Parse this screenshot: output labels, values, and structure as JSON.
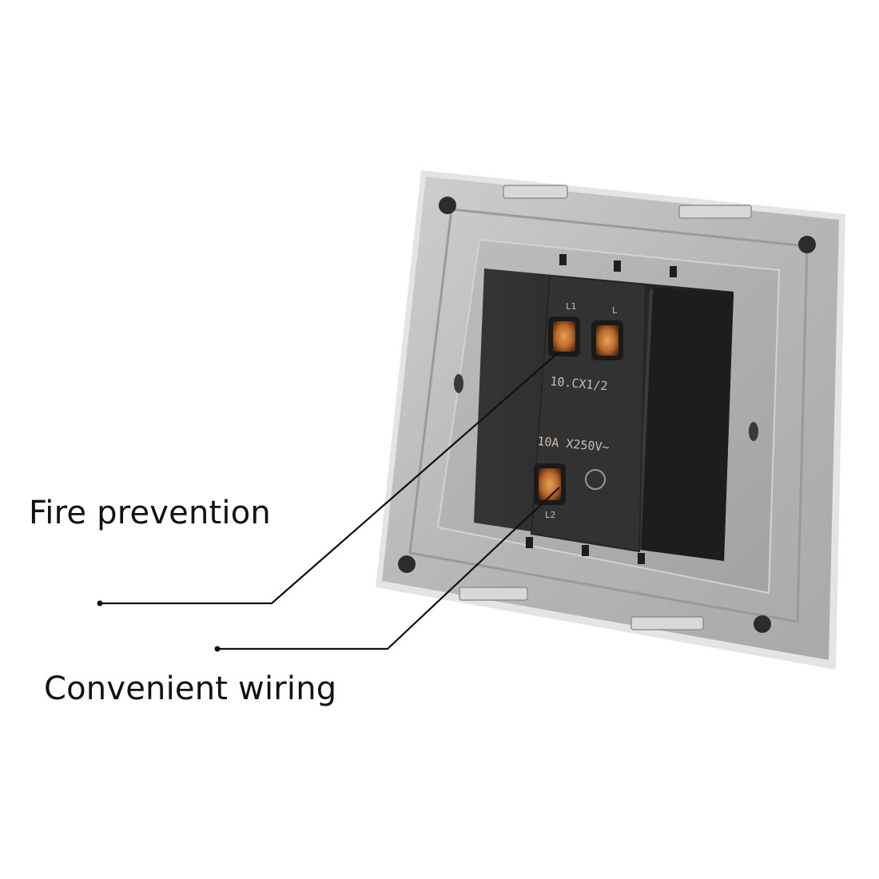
{
  "callouts": [
    {
      "label": "Fire prevention"
    },
    {
      "label": "Convenient wiring"
    }
  ],
  "product": {
    "subject": "wall switch, rear view",
    "markings": {
      "top_left_terminal": "L1",
      "top_right_terminal": "L",
      "model": "10.CX1/2",
      "rating": "10A X250V~",
      "bottom_terminal": "L2"
    }
  },
  "colors": {
    "background": "#ffffff",
    "faceplate": "#b9b9b9",
    "faceplate_edge": "#e6e6e6",
    "module_body": "#2a2a2a",
    "terminal_copper": "#c77a35",
    "leader_line": "#111111"
  }
}
